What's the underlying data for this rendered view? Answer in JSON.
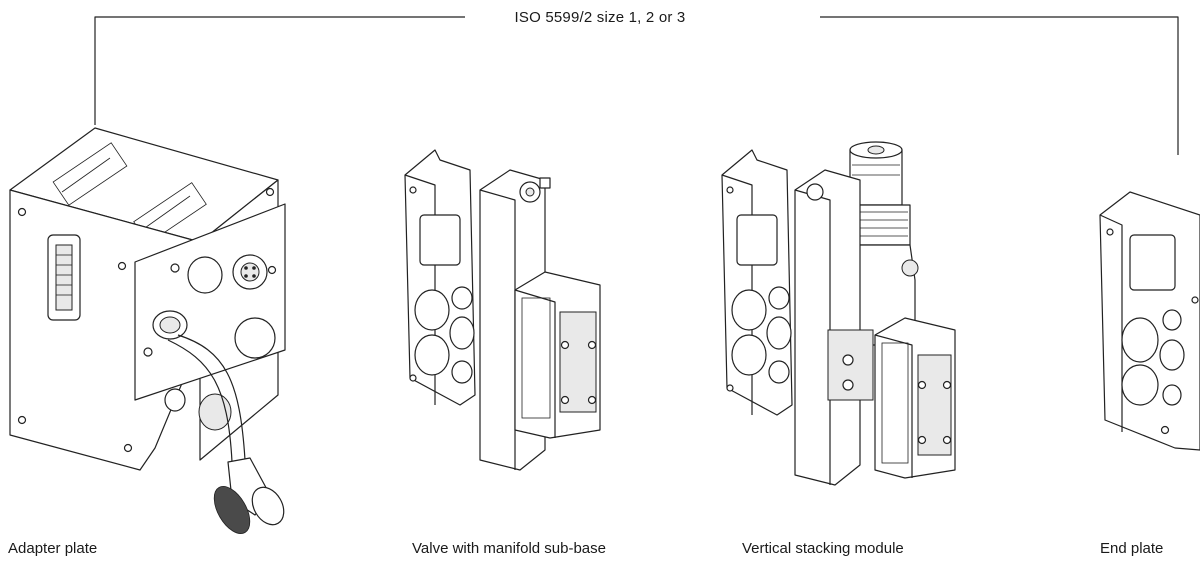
{
  "bracket": {
    "label": "ISO 5599/2 size 1, 2 or 3"
  },
  "captions": {
    "adapter_plate": "Adapter plate",
    "valve": "Valve with manifold sub-base",
    "stacking_module": "Vertical stacking module",
    "end_plate": "End plate"
  }
}
